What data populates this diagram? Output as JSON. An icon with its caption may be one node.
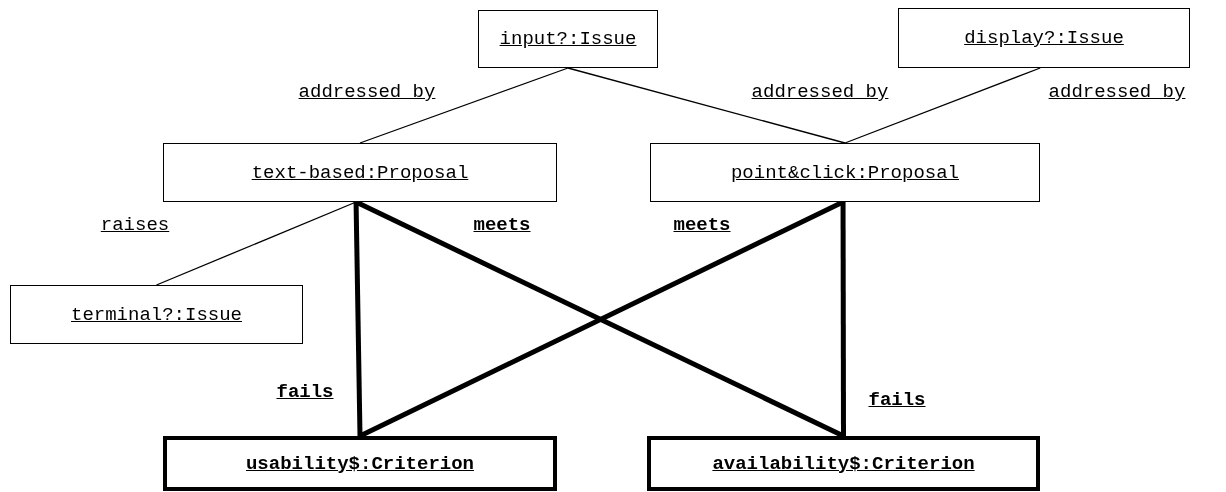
{
  "diagram": {
    "nodes": [
      {
        "text": [
          "input?:Issue"
        ]
      },
      {
        "text": [
          "display?:Issue"
        ]
      },
      {
        "text": [
          "text-based:Proposal"
        ]
      },
      {
        "text": [
          "point&click:Proposal"
        ]
      },
      {
        "text": [
          "terminal?:Issue"
        ]
      },
      {
        "text": [
          "usability$:Criterion"
        ]
      },
      {
        "text": [
          "availability$:Criterion"
        ]
      }
    ],
    "edges": [
      {
        "from": 0,
        "to": 2,
        "arrow": "none",
        "label": "addressed by"
      },
      {
        "from": 0,
        "to": 3,
        "arrow": "none",
        "label": "addressed by"
      },
      {
        "from": 1,
        "to": 3,
        "arrow": "none",
        "label": "addressed by"
      },
      {
        "from": 2,
        "to": 4,
        "arrow": "none",
        "label": "raises"
      },
      {
        "from": 2,
        "to": 6,
        "arrow": "none",
        "label": "meets",
        "style": "thick"
      },
      {
        "from": 3,
        "to": 5,
        "arrow": "none",
        "label": "meets",
        "style": "thick"
      },
      {
        "from": 2,
        "to": 5,
        "arrow": "none",
        "label": "fails",
        "style": "thick"
      },
      {
        "from": 3,
        "to": 6,
        "arrow": "none",
        "label": "fails",
        "style": "thick"
      }
    ]
  }
}
